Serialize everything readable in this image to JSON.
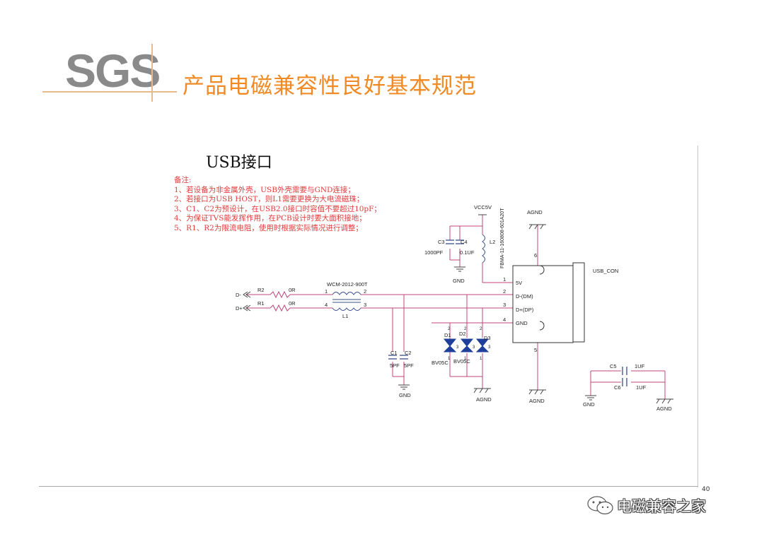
{
  "logo": "SGS",
  "slide_title": "产品电磁兼容性良好基本规范",
  "section_heading": "USB接口",
  "notes": [
    "备注:",
    "1、若设备为非金属外壳，USB外壳需要与GND连接；",
    "2、若接口为USB HOST，则L1需要更换为大电流磁珠；",
    "3、C1、C2为预设计，在USB2.0接口时容值不要超过10pF；",
    "4、为保证TVS能发挥作用，在PCB设计时要大面积接地；",
    "5、R1、R2为限流电阻，使用时根据实际情况进行调整；"
  ],
  "schematic": {
    "vcc": "VCC5V",
    "agnd": "AGND",
    "gnd": "GND",
    "c3": "C3",
    "c3_val": "1000PF",
    "c4": "C4",
    "c4_val": "0.1UF",
    "l2": "L2",
    "l2_part": "FBMA-11-160808-601A20T",
    "usb_con": "USB_CON",
    "pin_5v": "5V",
    "pin_dm": "D-(DM)",
    "pin_dp": "D+(DP)",
    "pin_gnd": "GND",
    "pin1": "1",
    "pin2": "2",
    "pin3": "3",
    "pin4": "4",
    "pin5": "5",
    "pin6": "6",
    "dminus": "D-",
    "dplus": "D+",
    "r2": "R2",
    "r1": "R1",
    "r_val": "0R",
    "wcm": "WCM-2012-900T",
    "l1": "L1",
    "l1_p1": "1",
    "l1_p2": "2",
    "l1_p3": "3",
    "l1_p4": "4",
    "d1": "D1",
    "d2": "D2",
    "d3": "D3",
    "d_pin1": "1",
    "d_pin2": "2",
    "d_pin3": "3",
    "bv1": "BV05C",
    "bv2": "BV05C",
    "c1": "C1",
    "c2": "C2",
    "c1_val": "5PF",
    "c2_val": "5PF",
    "c5": "C5",
    "c6": "C6",
    "c5_val": "1UF",
    "c6_val": "1UF"
  },
  "page_number": "40",
  "watermark": "电磁兼容之家",
  "colors": {
    "title": "#f08a24",
    "notes": "#e03a3a",
    "wire": "#c0467a",
    "logo": "#8a8a8a",
    "accent_line": "#e8b98a"
  }
}
